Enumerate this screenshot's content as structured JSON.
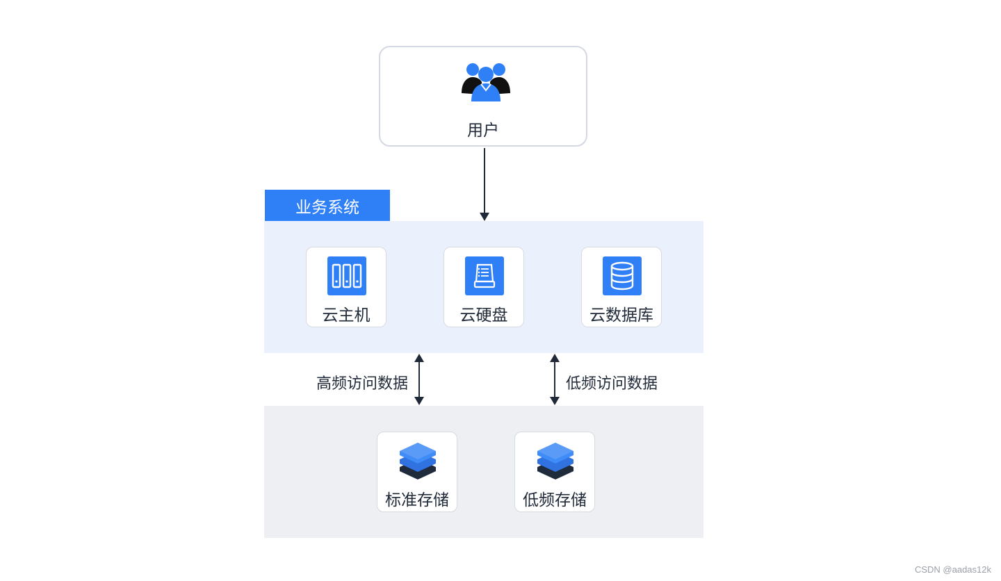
{
  "user": {
    "label": "用户"
  },
  "system": {
    "title": "业务系统",
    "items": [
      {
        "label": "云主机",
        "icon": "server-icon"
      },
      {
        "label": "云硬盘",
        "icon": "disk-icon"
      },
      {
        "label": "云数据库",
        "icon": "database-icon"
      }
    ]
  },
  "flows": {
    "high": "高频访问数据",
    "low": "低频访问数据"
  },
  "storage": {
    "items": [
      {
        "label": "标准存储",
        "icon": "layers-icon"
      },
      {
        "label": "低频存储",
        "icon": "layers-icon"
      }
    ]
  },
  "watermark": "CSDN @aadas12k",
  "colors": {
    "accent": "#2f80f6",
    "system_bg": "#eaf1fd",
    "storage_bg": "#eeeff2",
    "dark": "#1f2937"
  }
}
